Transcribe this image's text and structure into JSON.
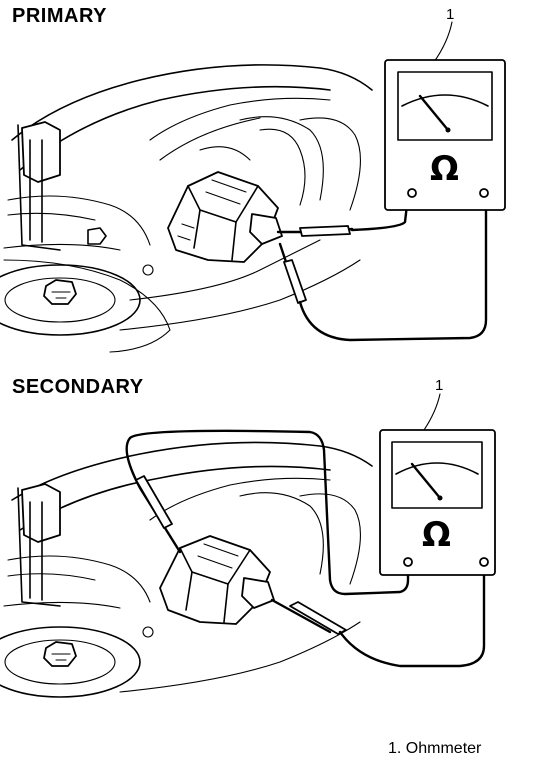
{
  "sections": {
    "primary": {
      "heading": "PRIMARY",
      "callout": "1"
    },
    "secondary": {
      "heading": "SECONDARY",
      "callout": "1"
    }
  },
  "meter": {
    "symbol": "Ω",
    "icon": "ohmmeter-icon"
  },
  "legend": {
    "text": "1. Ohmmeter"
  },
  "colors": {
    "ink": "#000000",
    "paper": "#ffffff"
  }
}
